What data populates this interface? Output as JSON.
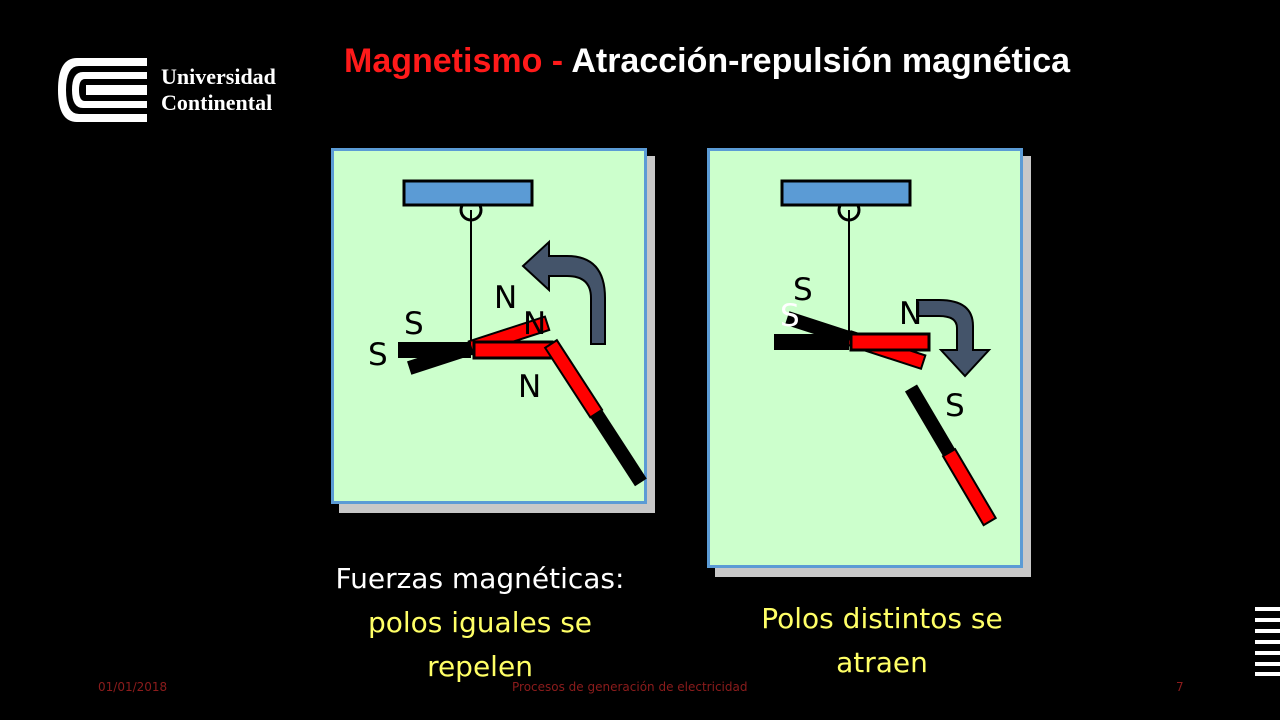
{
  "header": {
    "title_part1": "Magnetismo - ",
    "title_part2": "Atracción-repulsión magnética"
  },
  "logo": {
    "line1": "Universidad",
    "line2": "Continental"
  },
  "left_panel": {
    "labels": [
      "N",
      "S",
      "N",
      "S",
      "N"
    ]
  },
  "right_panel": {
    "labels": [
      "S",
      "S",
      "N",
      "S"
    ]
  },
  "captions": {
    "left_line1": "Fuerzas magnéticas:",
    "left_line2": "polos iguales se",
    "left_line3": "repelen",
    "right_line1": "Polos distintos se",
    "right_line2": "atraen"
  },
  "footer": {
    "date": "01/01/2018",
    "course": "Procesos de generación de electricidad",
    "page": "7"
  },
  "colors": {
    "title_red": "#ff1a1a",
    "panel_bg": "#ccffcc",
    "panel_border": "#5b9bd5",
    "magnet_red": "#ff0000",
    "caption_yellow": "#ffff66",
    "arrow_fill": "#44546a",
    "footer": "#8c1c1c"
  }
}
